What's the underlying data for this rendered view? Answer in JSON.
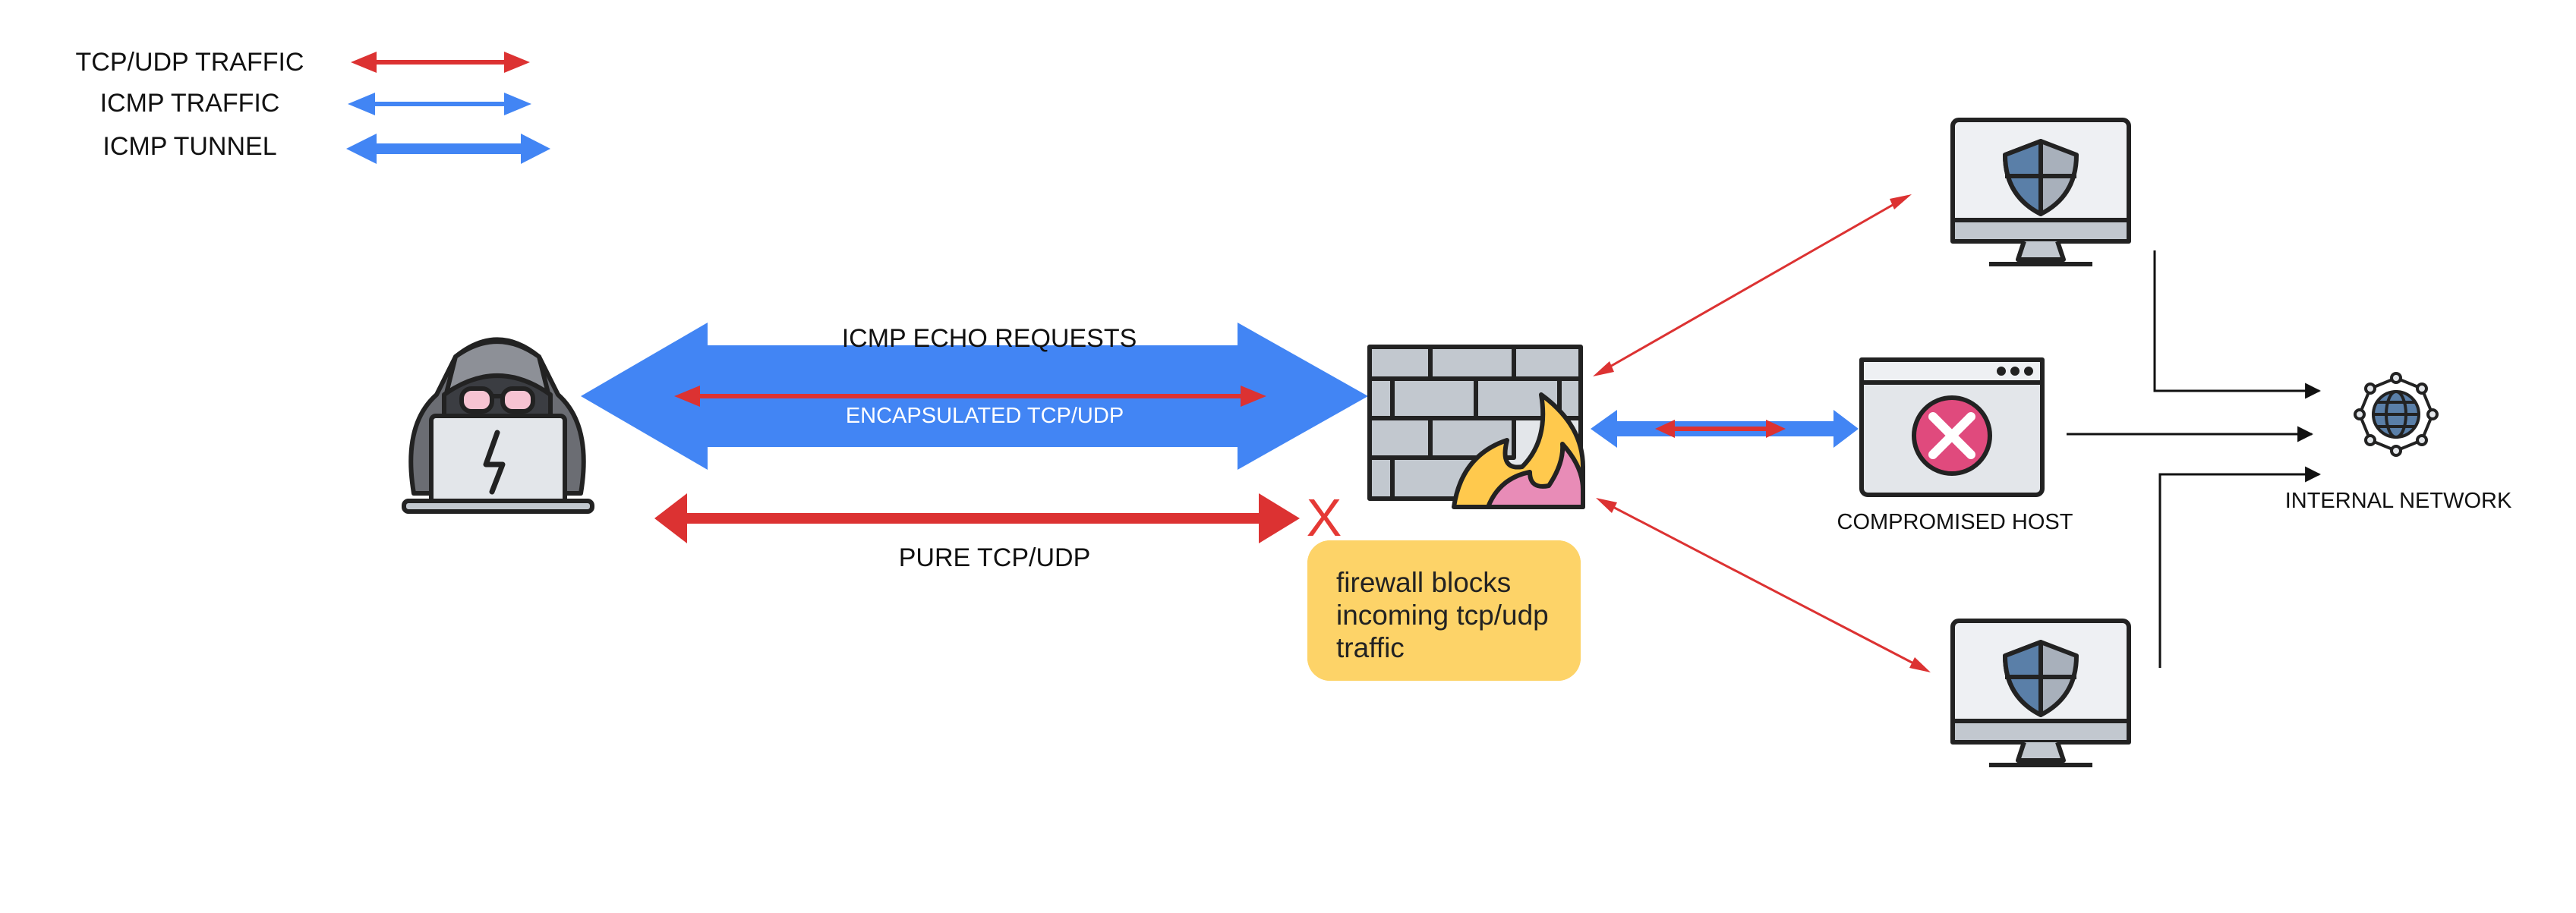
{
  "legend": {
    "tcp_udp_traffic": "TCP/UDP TRAFFIC",
    "icmp_traffic": "ICMP TRAFFIC",
    "icmp_tunnel": "ICMP TUNNEL"
  },
  "tunnel": {
    "top_label": "ICMP ECHO REQUESTS",
    "inner_label": "ENCAPSULATED TCP/UDP"
  },
  "pure": {
    "label": "PURE TCP/UDP",
    "blocked_mark": "X"
  },
  "note": {
    "lines": [
      "firewall blocks",
      "incoming tcp/udp",
      "traffic"
    ]
  },
  "nodes": {
    "compromised_host": "COMPROMISED HOST",
    "internal_network": "INTERNAL NETWORK"
  },
  "colors": {
    "tcp_red": "#dc3232",
    "icmp_blue": "#4285f4",
    "note_yellow": "#fdd368",
    "x_red": "#e53935"
  }
}
